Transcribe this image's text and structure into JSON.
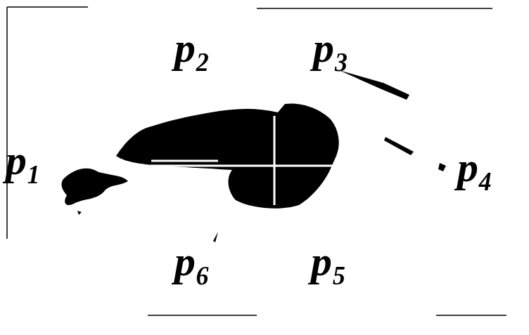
{
  "diagram": {
    "labels": [
      "p₂",
      "p₃",
      "p₁",
      "p₄",
      "p₆",
      "p₅"
    ]
  }
}
